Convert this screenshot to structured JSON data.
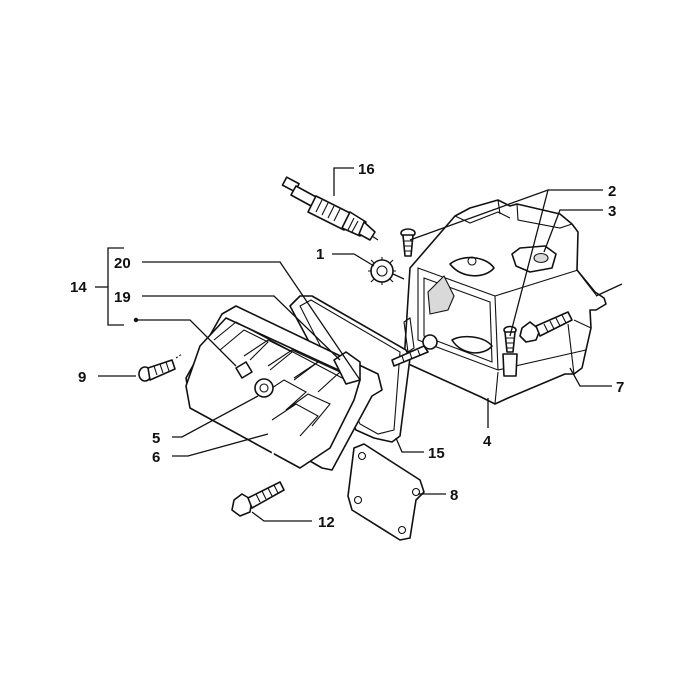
{
  "diagram": {
    "callouts": {
      "c1": "1",
      "c2": "2",
      "c3": "3",
      "c4": "4",
      "c5": "5",
      "c6": "6",
      "c7": "7",
      "c8": "8",
      "c9": "9",
      "c12": "12",
      "c14": "14",
      "c15": "15",
      "c16": "16",
      "c19": "19",
      "c20": "20"
    }
  }
}
